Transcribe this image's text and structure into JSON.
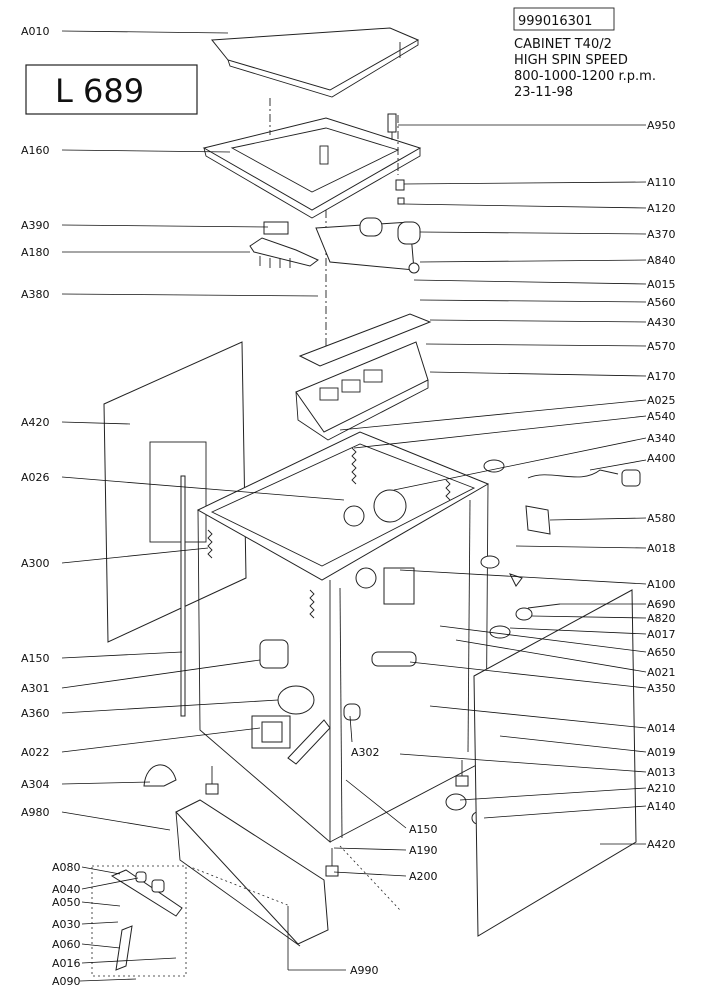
{
  "header": {
    "code": "999016301",
    "title_lines": [
      "CABINET T40/2",
      "HIGH SPIN SPEED",
      "800-1000-1200 r.p.m.",
      "23-11-98"
    ],
    "model": "L 689"
  },
  "labels": [
    "A010",
    "A160",
    "A390",
    "A180",
    "A380",
    "A420",
    "A026",
    "A300",
    "A150",
    "A301",
    "A360",
    "A022",
    "A304",
    "A980",
    "A080",
    "A040",
    "A050",
    "A030",
    "A060",
    "A016",
    "A090",
    "A950",
    "A110",
    "A120",
    "A370",
    "A840",
    "A015",
    "A560",
    "A430",
    "A570",
    "A170",
    "A025",
    "A540",
    "A340",
    "A400",
    "A580",
    "A018",
    "A100",
    "A690",
    "A820",
    "A017",
    "A650",
    "A021",
    "A350",
    "A014",
    "A019",
    "A013",
    "A210",
    "A140",
    "A420",
    "A302",
    "A150",
    "A190",
    "A200",
    "A990"
  ],
  "icons": [
    "exploded-parts-drawing"
  ]
}
